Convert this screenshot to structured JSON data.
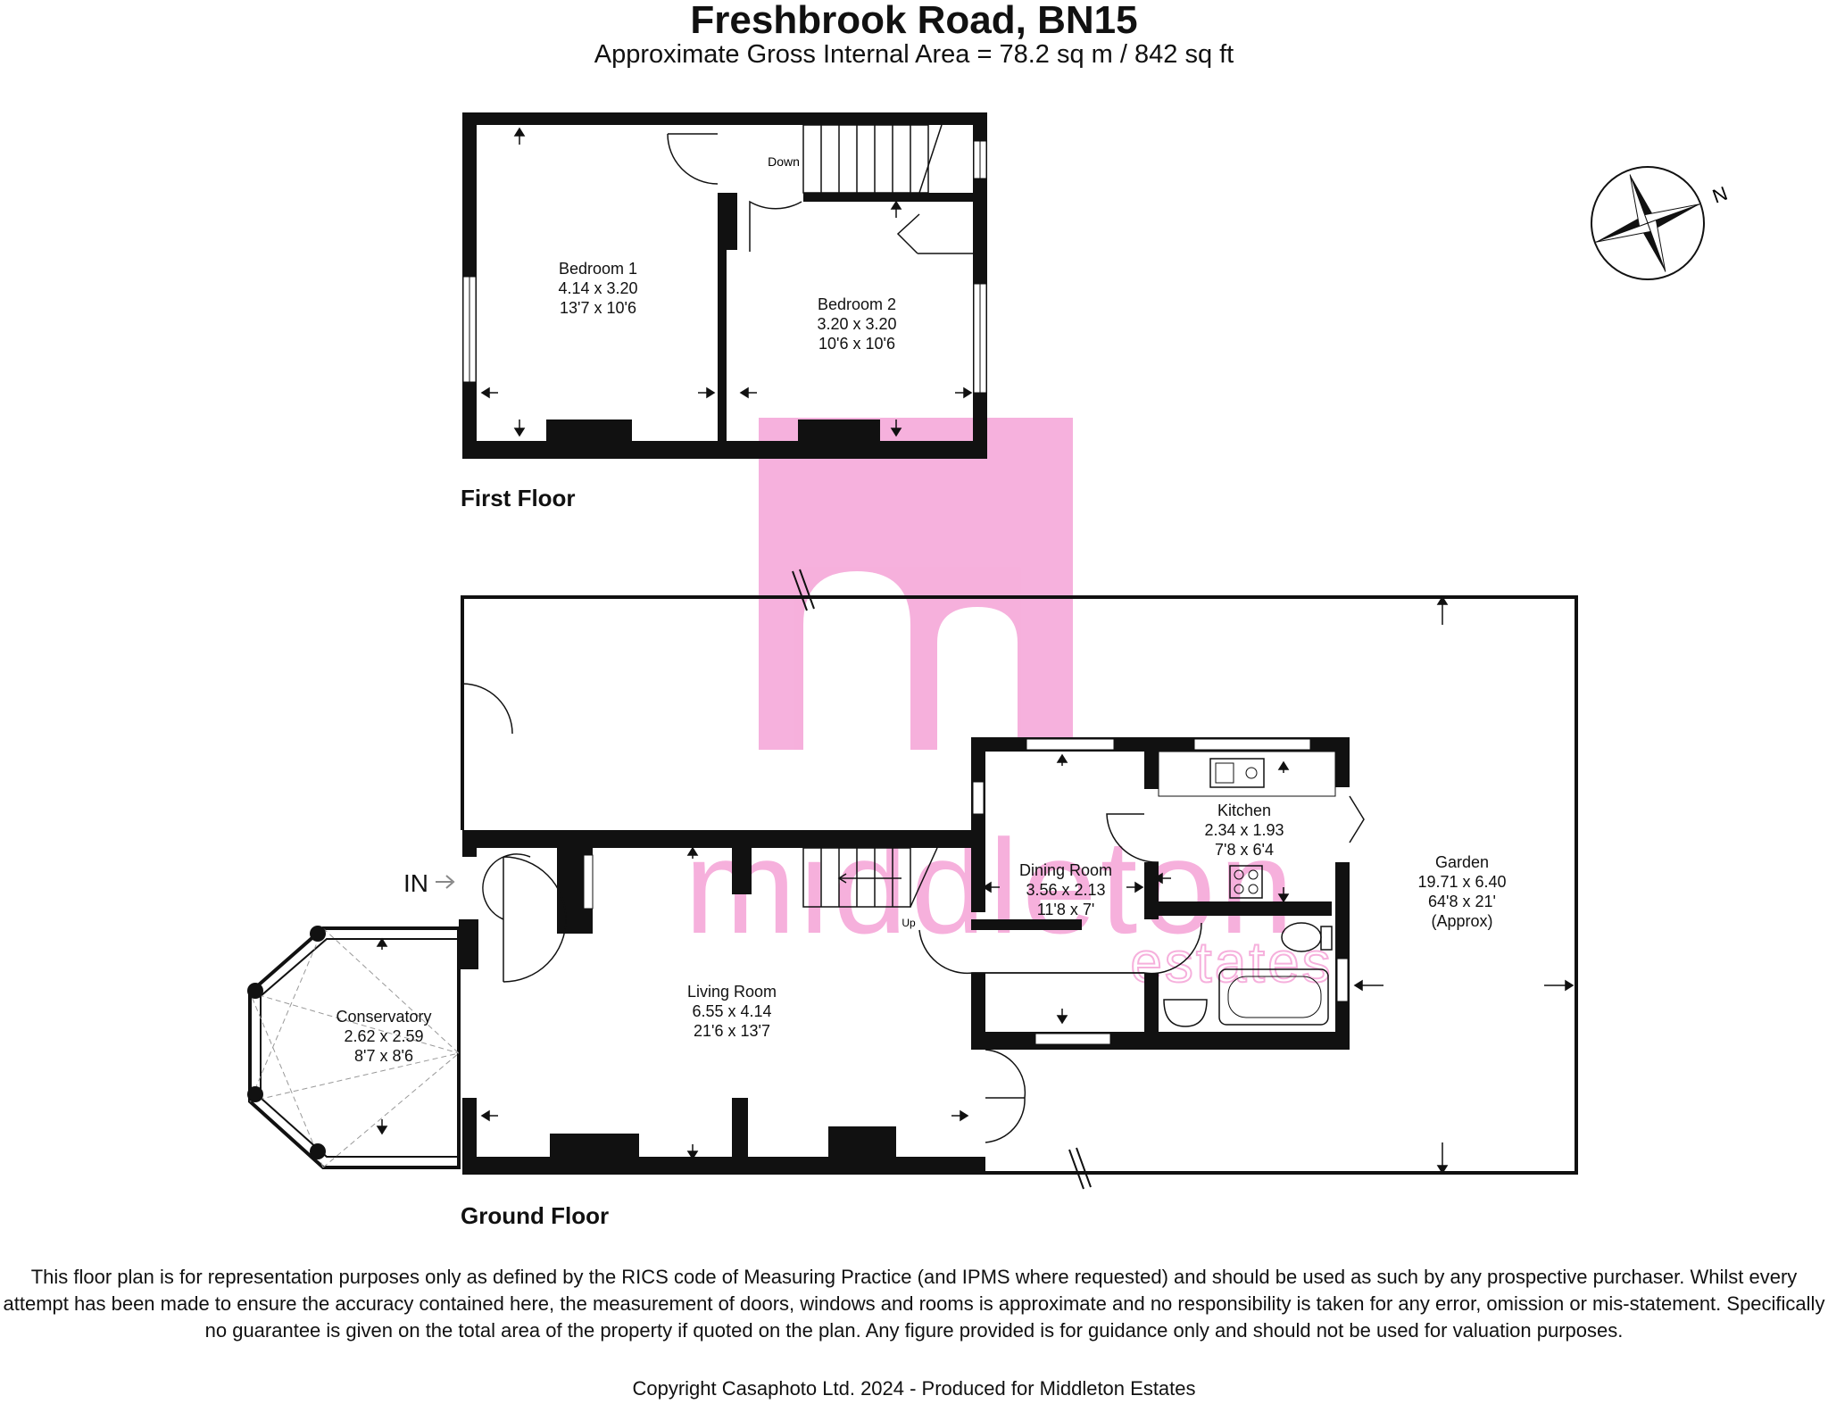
{
  "header": {
    "title": "Freshbrook Road, BN15",
    "subtitle": "Approximate Gross Internal Area = 78.2 sq m / 842 sq ft"
  },
  "first_floor": {
    "label": "First Floor",
    "stair_label": "Down",
    "rooms": [
      {
        "name": "Bedroom 1",
        "metric": "4.14 x 3.20",
        "imperial": "13'7 x 10'6"
      },
      {
        "name": "Bedroom 2",
        "metric": "3.20 x 3.20",
        "imperial": "10'6 x 10'6"
      }
    ]
  },
  "ground_floor": {
    "label": "Ground Floor",
    "entrance_label": "IN",
    "stair_label": "Up",
    "rooms": [
      {
        "name": "Conservatory",
        "metric": "2.62 x 2.59",
        "imperial": "8'7 x 8'6"
      },
      {
        "name": "Living Room",
        "metric": "6.55 x 4.14",
        "imperial": "21'6 x 13'7"
      },
      {
        "name": "Dining Room",
        "metric": "3.56 x 2.13",
        "imperial": "11'8 x 7'"
      },
      {
        "name": "Kitchen",
        "metric": "2.34 x 1.93",
        "imperial": "7'8 x 6'4"
      },
      {
        "name": "Garden",
        "metric": "19.71 x 6.40",
        "imperial": "64'8 x 21'",
        "note": "(Approx)"
      }
    ]
  },
  "compass": {
    "north_label": "N",
    "icon": "compass-rose-icon"
  },
  "watermark": {
    "brand": "middleton",
    "sub": "estates",
    "color": "#f5a3d7"
  },
  "footer": {
    "disclaimer": "This floor plan is for representation purposes only as defined by the RICS code of Measuring Practice (and IPMS where requested) and should be used as such by any prospective purchaser. Whilst every attempt has been made to ensure the accuracy contained here, the measurement of doors, windows and rooms is approximate and no responsibility is taken for any error, omission or mis-statement. Specifically no guarantee is given on the total area of the property if quoted on the plan. Any figure provided is for guidance only and should not be used for valuation purposes.",
    "copyright": "Copyright Casaphoto Ltd. 2024 - Produced for Middleton Estates"
  }
}
